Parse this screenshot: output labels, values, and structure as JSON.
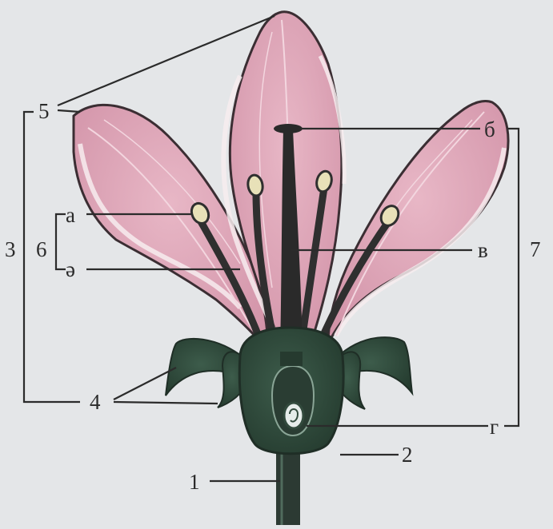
{
  "colors": {
    "background": "#e4e6e8",
    "petal_fill": "#dca3b6",
    "petal_vein": "#f3d6df",
    "petal_edge": "#3b2e33",
    "sepal_green": "#2f4a3c",
    "stamen_dark": "#2f2f2f",
    "anther": "#e8e1b8",
    "line": "#2b2b2b"
  },
  "labels": {
    "one": "1",
    "two": "2",
    "three": "3",
    "four": "4",
    "five": "5",
    "six": "6",
    "seven": "7",
    "a": "а",
    "ae": "ә",
    "b": "б",
    "v": "в",
    "g": "г"
  }
}
